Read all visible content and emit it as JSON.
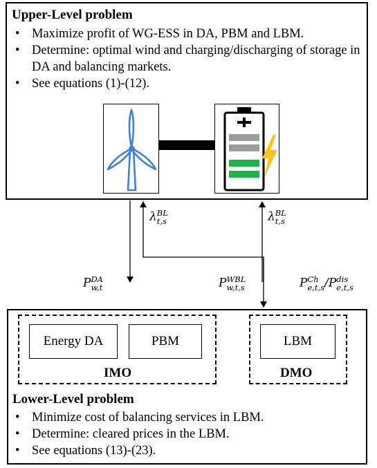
{
  "upper": {
    "title": "Upper-Level problem",
    "bullets": [
      "Maximize profit of WG-ESS in DA, PBM and LBM.",
      "Determine: optimal wind and charging/discharging of storage in DA and balancing markets.",
      "See equations (1)-(12)."
    ]
  },
  "flows": {
    "p_da": {
      "base": "P",
      "sup": "DA",
      "sub": "w,t"
    },
    "lambda_left": {
      "base": "λ",
      "sup": "BL",
      "sub": "t,s"
    },
    "lambda_right": {
      "base": "λ",
      "sup": "BL",
      "sub": "t,s"
    },
    "p_wbl": {
      "base": "P",
      "sup": "WBL",
      "sub": "w,t,s"
    },
    "p_ch": {
      "base": "P",
      "sup": "Ch",
      "sub": "e,t,s"
    },
    "p_dis": {
      "base": "P",
      "sup": "dis",
      "sub": "e,t,s"
    },
    "slash": "/"
  },
  "lower": {
    "imo_boxes": [
      "Energy DA",
      "PBM"
    ],
    "imo_label": "IMO",
    "dmo_box": "LBM",
    "dmo_label": "DMO",
    "title": "Lower-Level problem",
    "bullets": [
      "Minimize cost of balancing services in LBM.",
      "Determine: cleared prices in the LBM.",
      "See equations (13)-(23)."
    ]
  },
  "icons": [
    "wind-turbine-icon",
    "battery-icon",
    "lightning-icon"
  ],
  "colors": {
    "turbine": "#3f7fd9",
    "battery_gray": "#9b9b9b",
    "battery_green": "#22b24c",
    "lightning": "#f5c518"
  }
}
